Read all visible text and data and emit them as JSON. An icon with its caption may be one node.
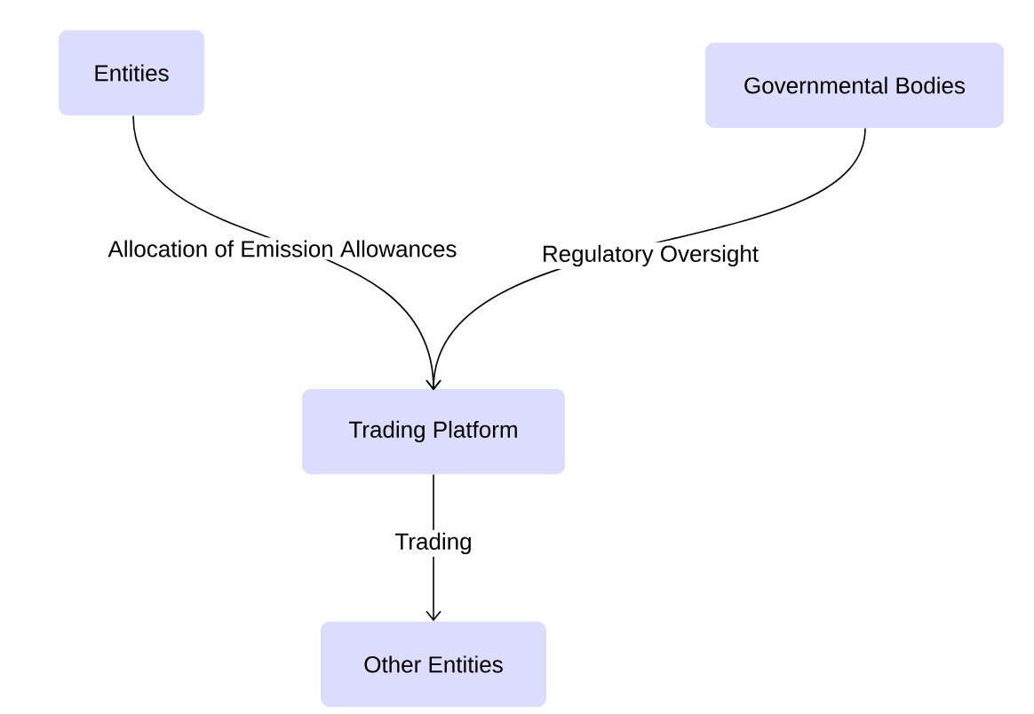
{
  "diagram": {
    "nodes": [
      {
        "text": [
          "Entities"
        ]
      },
      {
        "text": [
          "Governmental Bodies"
        ]
      },
      {
        "text": [
          "Trading Platform"
        ]
      },
      {
        "text": [
          "Other Entities"
        ]
      }
    ],
    "edges": [
      {
        "from": 0,
        "to": 2,
        "arrow": "to",
        "label": "Allocation of Emission Allowances"
      },
      {
        "from": 1,
        "to": 2,
        "arrow": "to",
        "label": "Regulatory Oversight"
      },
      {
        "from": 2,
        "to": 3,
        "arrow": "to",
        "label": "Trading"
      }
    ]
  }
}
